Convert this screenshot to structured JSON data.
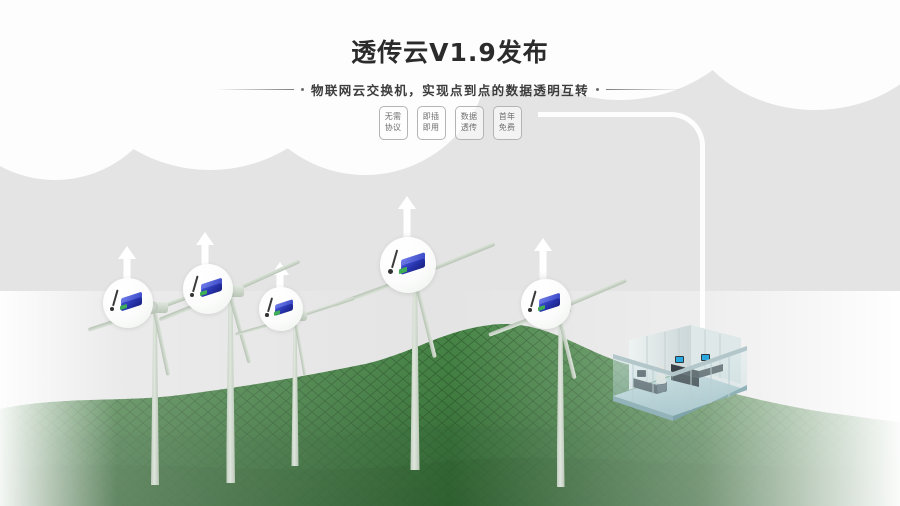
{
  "banner": {
    "headline": "透传云V1.9发布",
    "subtitle": "物联网云交换机，实现点到点的数据透明互转",
    "badges": [
      {
        "line1": "无需",
        "line2": "协议"
      },
      {
        "line1": "即插",
        "line2": "即用"
      },
      {
        "line1": "数据",
        "line2": "透传"
      },
      {
        "line1": "首年",
        "line2": "免费"
      }
    ]
  },
  "scene": {
    "cloud_label": "cloud",
    "terrain_label": "green-mesh-terrain",
    "pipe_label": "cloud-to-datacenter-pipe",
    "datacenter_label": "glass-data-center",
    "turbines": [
      {
        "id": "turbine-1",
        "device": "iot-gateway"
      },
      {
        "id": "turbine-2",
        "device": "iot-gateway"
      },
      {
        "id": "turbine-3",
        "device": "iot-gateway"
      },
      {
        "id": "turbine-4",
        "device": "iot-gateway"
      },
      {
        "id": "turbine-5",
        "device": "iot-gateway"
      }
    ],
    "uplink_arrows": 5
  },
  "colors": {
    "background": "#e4e4e4",
    "cloud": "#fdfdfd",
    "terrain_green": "#3f7a3f",
    "device_blue": "#2c39b4",
    "device_green": "#3fae56",
    "turbine": "#c7d2c5",
    "title_text": "#2b2b2b",
    "badge_border": "#b4b4b4",
    "glass_blue": "#b9d3d8"
  }
}
